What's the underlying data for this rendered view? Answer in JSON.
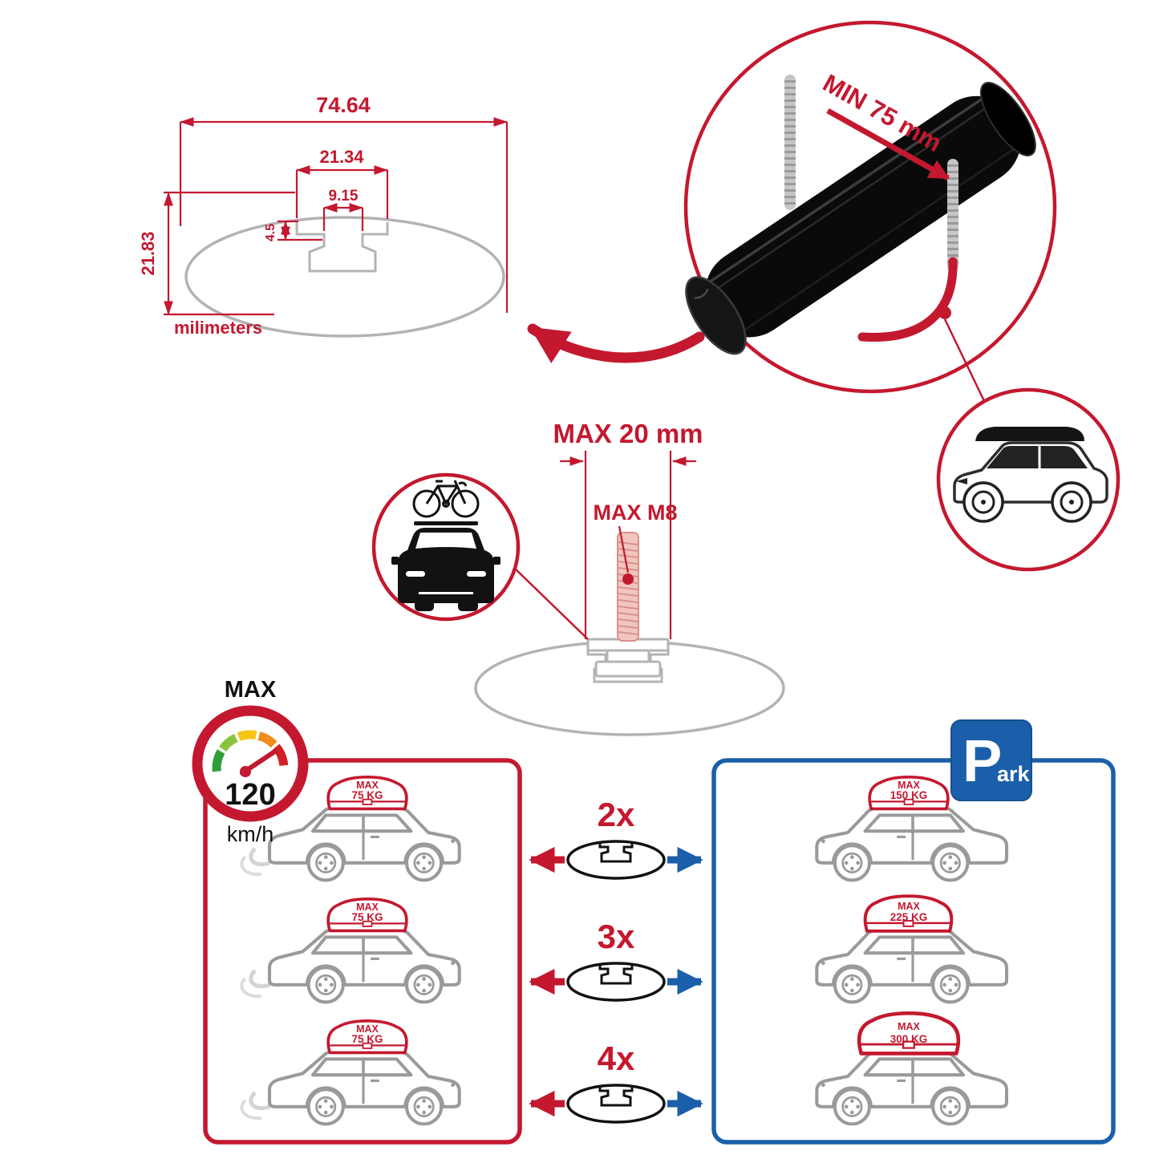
{
  "colors": {
    "red": "#C4182F",
    "blue": "#1B5FAA",
    "profile_gray": "#B3B3B3",
    "car_gray": "#9A9A9A",
    "bar_black": "#0A0A0A"
  },
  "dimension_diagram": {
    "total_width": "74.64",
    "slot_outer_width": "21.34",
    "slot_inner_width": "9.15",
    "slot_depth": "4.5",
    "total_height": "21.83",
    "units": "milimeters"
  },
  "crossbar_detail": {
    "min_clearance": "MIN 75 mm"
  },
  "bolt_detail": {
    "max_width": "MAX 20 mm",
    "max_thread": "MAX M8"
  },
  "speed_limit": {
    "label": "MAX",
    "value": "120",
    "units": "km/h"
  },
  "left_panel": {
    "cars": [
      {
        "max_label": "MAX",
        "weight": "75 KG"
      },
      {
        "max_label": "MAX",
        "weight": "75 KG"
      },
      {
        "max_label": "MAX",
        "weight": "75 KG"
      }
    ]
  },
  "multipliers": {
    "rows": [
      {
        "label": "2x"
      },
      {
        "label": "3x"
      },
      {
        "label": "4x"
      }
    ]
  },
  "right_panel": {
    "cars": [
      {
        "max_label": "MAX",
        "weight": "150 KG"
      },
      {
        "max_label": "MAX",
        "weight": "225 KG"
      },
      {
        "max_label": "MAX",
        "weight": "300 KG"
      }
    ]
  },
  "parking_sign": {
    "letter": "P",
    "suffix": "ark"
  }
}
